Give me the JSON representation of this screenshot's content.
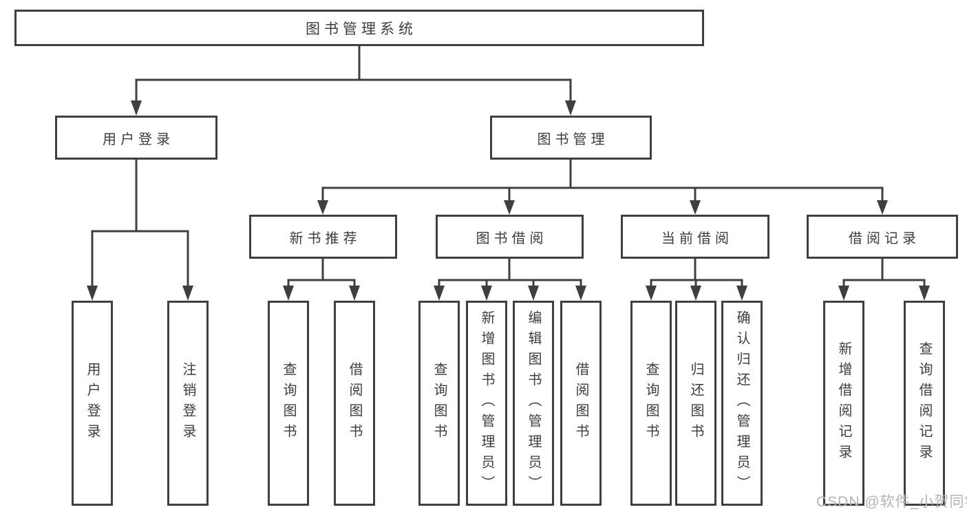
{
  "title": {
    "label": "图书管理系统"
  },
  "level2": {
    "user_login": {
      "label": "用户登录"
    },
    "book_mgmt": {
      "label": "图书管理"
    }
  },
  "level3": {
    "new_book_rec": {
      "label": "新书推荐"
    },
    "book_borrow": {
      "label": "图书借阅"
    },
    "current_borrow": {
      "label": "当前借阅"
    },
    "borrow_record": {
      "label": "借阅记录"
    }
  },
  "leaves": {
    "user_login_leaf": {
      "label": "用户登录"
    },
    "logout_leaf": {
      "label": "注销登录"
    },
    "rec_query_book": {
      "label": "查询图书"
    },
    "rec_borrow_book": {
      "label": "借阅图书"
    },
    "bor_query_book": {
      "label": "查询图书"
    },
    "bor_add_book": {
      "label": "新增图书（管理员）"
    },
    "bor_edit_book": {
      "label": "编辑图书（管理员）"
    },
    "bor_borrow_book": {
      "label": "借阅图书"
    },
    "cur_query_book": {
      "label": "查询图书"
    },
    "cur_return_book": {
      "label": "归还图书"
    },
    "cur_confirm_return": {
      "label": "确认归还（管理员）"
    },
    "log_add_record": {
      "label": "新增借阅记录"
    },
    "log_query_record": {
      "label": "查询借阅记录"
    }
  },
  "watermark": {
    "text": "CSDN @软件_小贺同学"
  },
  "colors": {
    "line": "#3f3f3f",
    "text": "#3d3d3d",
    "watermark": "#b3b3b3",
    "background": "#ffffff"
  }
}
